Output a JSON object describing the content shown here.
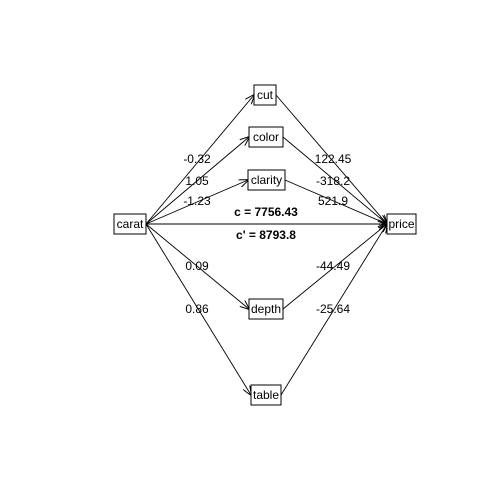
{
  "nodes": {
    "carat": "carat",
    "cut": "cut",
    "color": "color",
    "clarity": "clarity",
    "depth": "depth",
    "table": "table",
    "price": "price"
  },
  "paths": {
    "carat_to_mediator": {
      "cut": "-0.32",
      "color": "1.05",
      "clarity": "-1.23",
      "depth": "0.09",
      "table": "0.86"
    },
    "mediator_to_price": {
      "cut": "122.45",
      "color": "-318.2",
      "clarity": "521.9",
      "depth": "-44.49",
      "table": "-25.64"
    }
  },
  "effects": {
    "total": "c =  7756.43",
    "direct": "c' =  8793.8"
  }
}
